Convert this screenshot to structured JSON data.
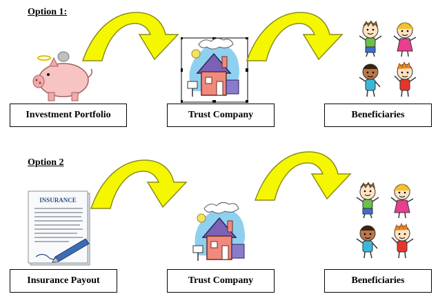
{
  "option1": {
    "title": "Option 1:",
    "boxes": [
      "Investment Portfolio",
      "Trust Company",
      "Beneficiaries"
    ]
  },
  "option2": {
    "title": "Option 2",
    "boxes": [
      "Insurance Payout",
      "Trust Company",
      "Beneficiaries"
    ],
    "document_heading": "INSURANCE"
  },
  "icons": {
    "piggy_bank": "piggy-bank-icon",
    "house": "house-icon",
    "children": "children-icon",
    "insurance_document": "insurance-document-icon",
    "arrow": "curved-arrow-icon"
  },
  "colors": {
    "arrow_fill": "#f5f700",
    "arrow_stroke": "#8c8c1a",
    "piggy": "#f7c3c3",
    "house_wall": "#f08a7d",
    "house_roof": "#7a63b5",
    "sky": "#8fd0ef"
  }
}
